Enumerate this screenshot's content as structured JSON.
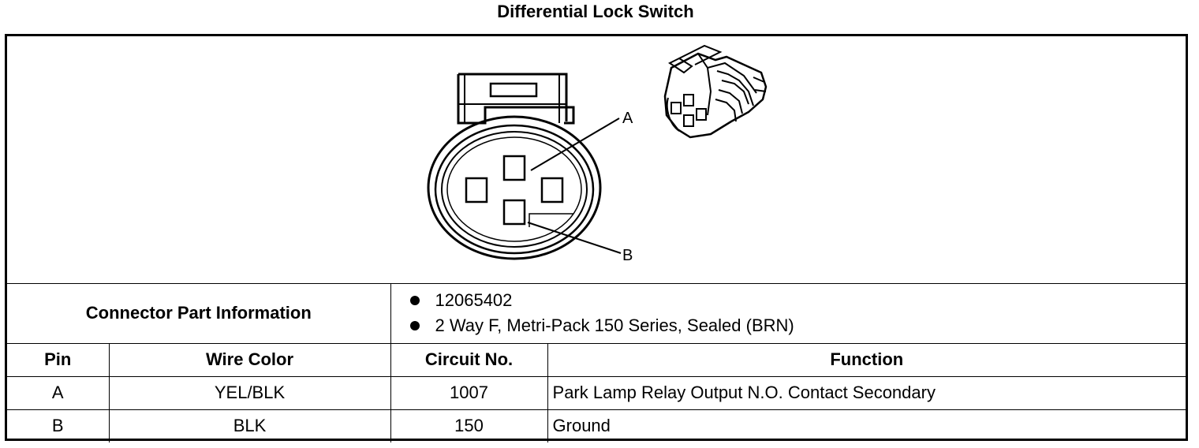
{
  "title": "Differential Lock Switch",
  "connector": {
    "callouts": [
      "A",
      "B"
    ]
  },
  "part_info": {
    "label": "Connector Part Information",
    "items": [
      "12065402",
      "2 Way F, Metri-Pack 150 Series, Sealed (BRN)"
    ]
  },
  "table": {
    "headers": [
      "Pin",
      "Wire Color",
      "Circuit No.",
      "Function"
    ],
    "rows": [
      {
        "pin": "A",
        "wire_color": "YEL/BLK",
        "circuit": "1007",
        "function": "Park Lamp Relay Output N.O. Contact Secondary"
      },
      {
        "pin": "B",
        "wire_color": "BLK",
        "circuit": "150",
        "function": "Ground"
      }
    ]
  }
}
